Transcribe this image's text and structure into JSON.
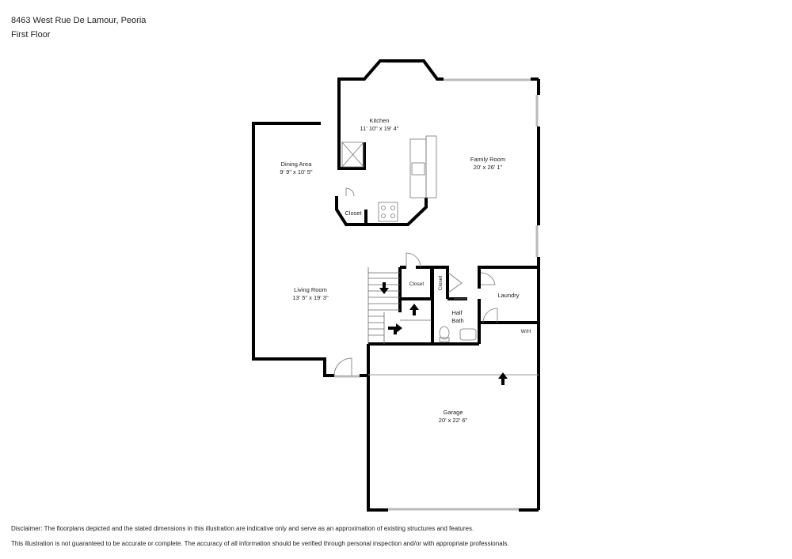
{
  "header": {
    "address": "8463 West Rue De Lamour, Peoria",
    "floor": "First Floor"
  },
  "rooms": {
    "kitchen": {
      "name": "Kitchen",
      "dims": "11' 10\" x 19' 4\""
    },
    "dining": {
      "name": "Dining Area",
      "dims": "9' 9\" x 10' 5\""
    },
    "family": {
      "name": "Family Room",
      "dims": "20' x 26' 1\""
    },
    "living": {
      "name": "Living Room",
      "dims": "13' 5\" x 19' 3\""
    },
    "garage": {
      "name": "Garage",
      "dims": "20' x 22' 6\""
    },
    "closet_kitchen": "Closet",
    "closet_stair": "Closet",
    "closet_vertical": "Closet",
    "laundry": "Laundry",
    "half_bath_line1": "Half",
    "half_bath_line2": "Bath",
    "wh": "W/H"
  },
  "disclaimer": {
    "line1": "Disclaimer: The floorplans depicted and the stated dimensions in this illustration are indicative only and serve as an approximation of existing structures and features.",
    "line2": "This illustration is not guaranteed to be accurate or complete. The accuracy of all information should be verified through personal inspection and/or with appropriate professionals."
  },
  "colors": {
    "wall": "#000000",
    "window": "#bbbbbb",
    "fixture": "#777777"
  }
}
